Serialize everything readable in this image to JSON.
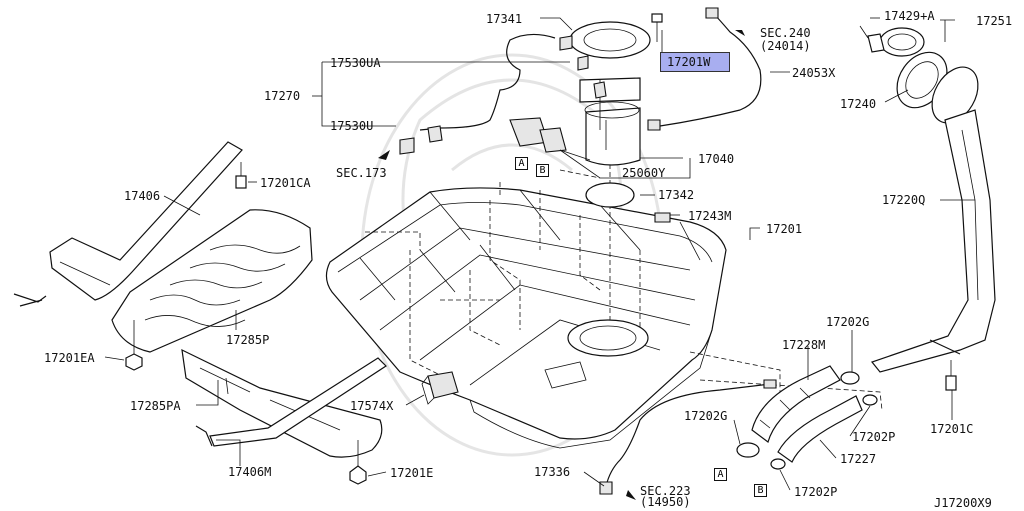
{
  "diagram": {
    "figure_id": "J17200X9",
    "highlighted_part": "17201W",
    "parts": {
      "p17341": "17341",
      "p17530UA": "17530UA",
      "p17270": "17270",
      "p17530U": "17530U",
      "sec173": "SEC.173",
      "sec240": "SEC.240",
      "sec240_sub": "(24014)",
      "p24053X": "24053X",
      "p17429A": "17429+A",
      "p17251": "17251",
      "p17240": "17240",
      "p17040": "17040",
      "p25060Y": "25060Y",
      "p17342": "17342",
      "p17243M": "17243M",
      "p17201": "17201",
      "p17220Q": "17220Q",
      "p17406": "17406",
      "p17201CA": "17201CA",
      "p17285P": "17285P",
      "p17201EA": "17201EA",
      "p17285PA": "17285PA",
      "p17406M": "17406M",
      "p17201E": "17201E",
      "p17574X": "17574X",
      "p17228M": "17228M",
      "p17202G_top": "17202G",
      "p17202G_bottom": "17202G",
      "p17202P_mid": "17202P",
      "p17202P_bottom": "17202P",
      "p17227": "17227",
      "p17201C": "17201C",
      "p17336": "17336",
      "sec223": "SEC.223",
      "sec223_sub": "(14950)"
    },
    "ref_marks": {
      "a_top": "A",
      "b_top": "B",
      "a_bottom": "A",
      "b_bottom": "B"
    }
  }
}
